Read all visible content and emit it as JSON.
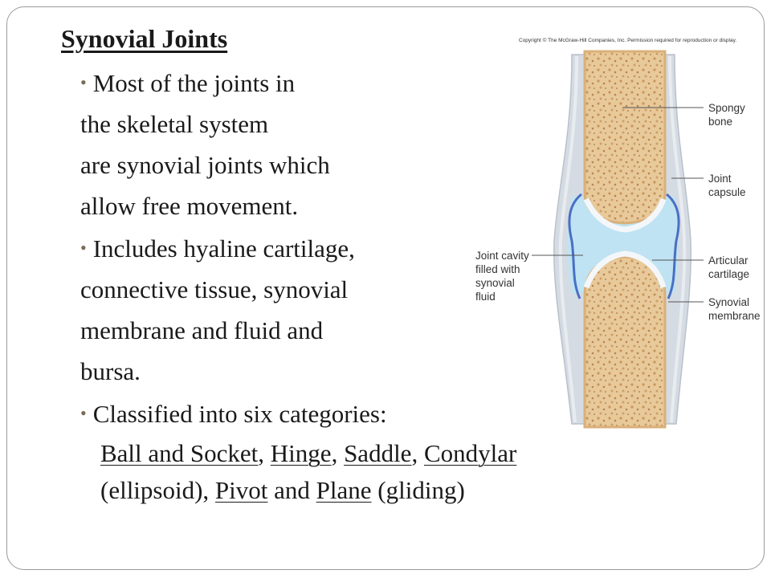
{
  "slide": {
    "title": "Synovial Joints",
    "bullet1": [
      "Most of the joints in",
      "the skeletal system",
      "are synovial joints which",
      "allow free movement."
    ],
    "bullet2": [
      "Includes hyaline cartilage,",
      "connective tissue, synovial",
      "membrane and fluid and",
      "bursa."
    ],
    "bullet3": {
      "intro": "Classified into six categories:",
      "cat1": "Ball and Socket",
      "sep1": ", ",
      "cat2": "Hinge",
      "sep2": ", ",
      "cat3": "Saddle",
      "sep3": ", ",
      "cat4": "Condylar",
      "paren1": "(ellipsoid), ",
      "cat5": "Pivot",
      "and": " and ",
      "cat6": "Plane",
      "paren2": " (gliding)"
    },
    "bullet_glyph": "•"
  },
  "figure": {
    "copyright": "Copyright © The McGraw-Hill Companies, Inc. Permission required for reproduction or display.",
    "labels": {
      "spongy1": "Spongy",
      "spongy2": "bone",
      "capsule1": "Joint",
      "capsule2": "capsule",
      "articular1": "Articular",
      "articular2": "cartilage",
      "synmem1": "Synovial",
      "synmem2": "membrane",
      "cavity1": "Joint cavity",
      "cavity2": "filled with",
      "cavity3": "synovial",
      "cavity4": "fluid"
    },
    "colors": {
      "bone": "#e8c99a",
      "bone_outline": "#d9b07a",
      "fluid": "#bfe3f2",
      "membrane": "#4a6fc4",
      "capsule": "#d5dbe2"
    }
  }
}
